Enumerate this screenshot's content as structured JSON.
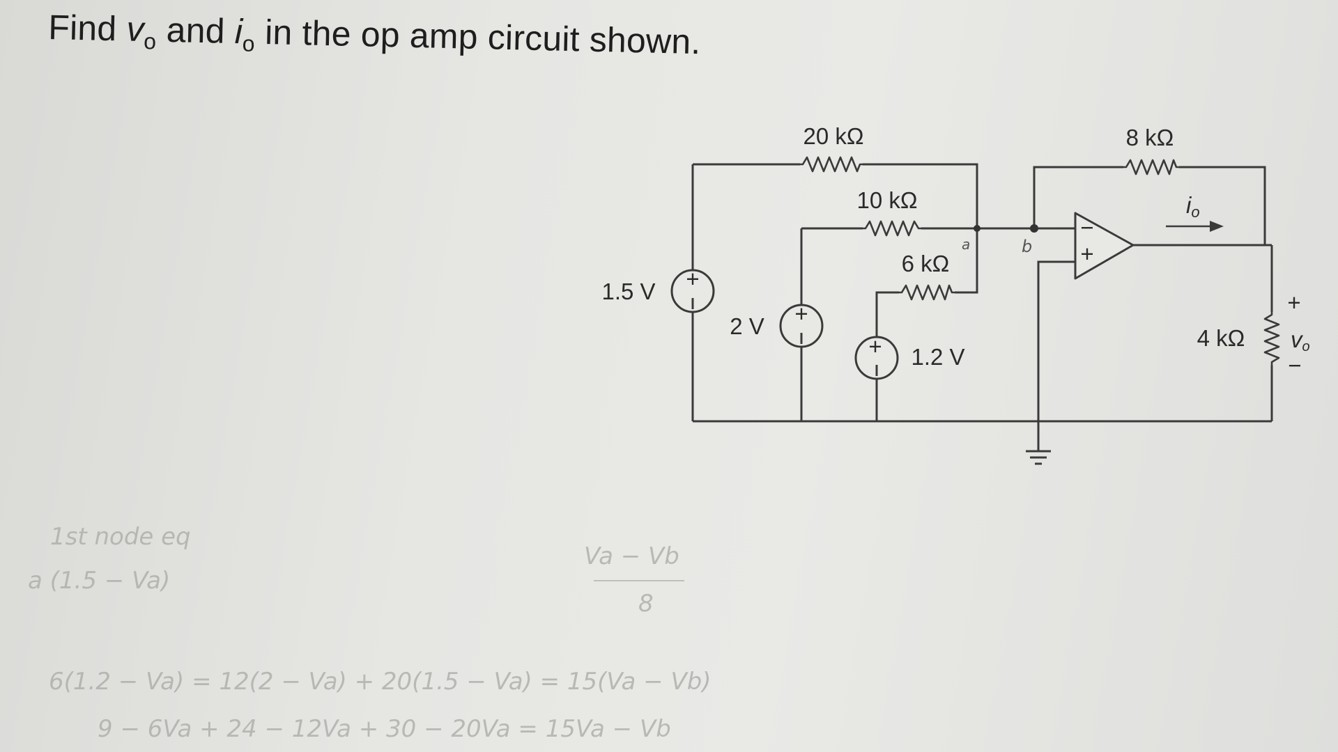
{
  "problem": {
    "text_before_v": "Find ",
    "v_symbol": "v",
    "v_sub": "o",
    "text_between": " and ",
    "i_symbol": "i",
    "i_sub": "o",
    "text_after": " in the op amp circuit shown."
  },
  "circuit": {
    "resistors": {
      "r20_label": "20 kΩ",
      "r10_label": "10 kΩ",
      "r6_label": "6 kΩ",
      "r8_label": "8 kΩ",
      "r4_label": "4 kΩ"
    },
    "sources": {
      "s15_label": "1.5 V",
      "s2_label": "2 V",
      "s12_label": "1.2 V",
      "plus_sign": "+"
    },
    "opamp": {
      "inverting_sign": "−",
      "noninverting_sign": "+"
    },
    "output": {
      "io_symbol": "i",
      "io_sub": "o",
      "vo_symbol": "v",
      "vo_sub": "o",
      "vo_plus": "+",
      "vo_minus": "−"
    },
    "handwritten": {
      "node_a": "a",
      "node_b": "b"
    }
  },
  "pencil_notes": {
    "line1": "1st node eq",
    "line2": "a (1.5 − Va)",
    "line3": "Va − Vb",
    "line4": "8",
    "line5": "6(1.2 − Va) = 12(2 − Va) + 20(1.5 − Va) = 15(Va − Vb)",
    "line6": "9 − 6Va + 24 − 12Va + 30 − 20Va = 15Va − Vb"
  }
}
